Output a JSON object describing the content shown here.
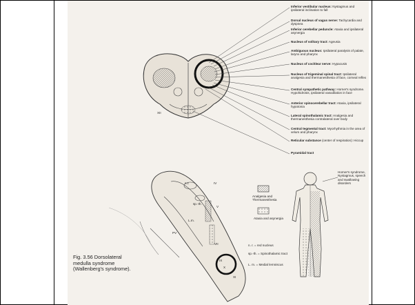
{
  "labels": [
    {
      "title": "Inferior vestibular nucleus:",
      "text": "Nystagmus and ipsilateral inclination to fall"
    },
    {
      "title": "Dorsal nucleus of vagus nerve:",
      "text": "Tachycardia and dyspnea"
    },
    {
      "title": "Inferior cerebellar peduncle:",
      "text": "Ataxia and ipsilateral asynergia"
    },
    {
      "title": "Nucleus of solitary tract:",
      "text": "Ageusia"
    },
    {
      "title": "Ambiguous nucleus:",
      "text": "Ipsilateral paralysis of palate, larynx and pharynx"
    },
    {
      "title": "Nucleus of cochlear nerve:",
      "text": "Hypacusis"
    },
    {
      "title": "Nucleus of trigeminal spinal tract:",
      "text": "Ipsilateral analgesia and thermanesthesia of face, corneal reflex"
    },
    {
      "title": "Central sympathetic pathway:",
      "text": "Horner's syndrome. Hypohidrosis, ipsilateral vasodilation in face"
    },
    {
      "title": "Anterior spinocerebellar tract:",
      "text": "Ataxia, ipsilateral hypotonia"
    },
    {
      "title": "Lateral spinothalamic tract:",
      "text": "Analgesia and thermanesthesia contralateral over body"
    },
    {
      "title": "Central tegmental tract:",
      "text": "Myorhythmia in the area of velum and pharynx"
    },
    {
      "title": "Reticular substance",
      "text": "(center of respiration): Hiccup"
    },
    {
      "title": "Pyramidal tract",
      "text": ""
    }
  ],
  "legend": {
    "analgesia": "Analgesia and Thermanesthesia",
    "ataxia": "Ataxia and asynergia"
  },
  "abbrev": [
    "n. r. = red nucleus",
    "sp.-th. = Spinothalamic tract",
    "L. m. = Medial lemniscus"
  ],
  "horner": "Horner's syndrome, Nystagmus, speech and swallowing disorders",
  "caption": "Fig. 3.56 Dorsolateral medulla syndrome (Wallenberg's syndrome).",
  "diagram_labels": {
    "xii": "XII",
    "nr": "n.r.",
    "sp": "sp.-th.",
    "lm": "L.m.",
    "pv": "PV",
    "iv": "IV",
    "v": "V",
    "vii": "VII",
    "ix": "IX",
    "x": "X",
    "xi": "XI"
  }
}
